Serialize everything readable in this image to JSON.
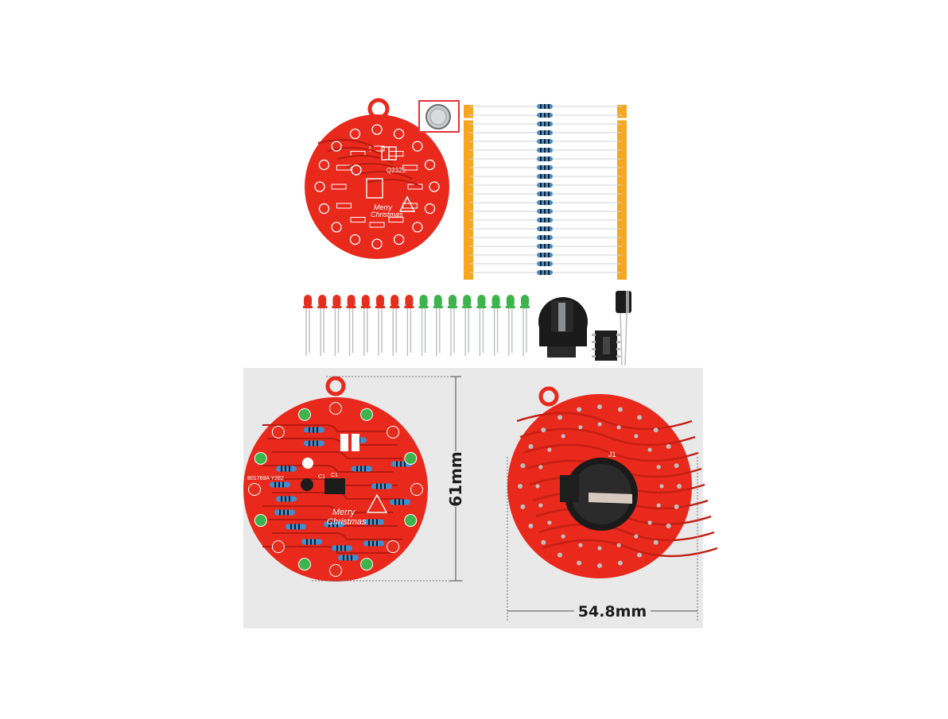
{
  "kit_board": {
    "silkscreen": [
      "Merry",
      "Christmas",
      "Q2325"
    ]
  },
  "assembled_front": {
    "silkscreen": [
      "Merry",
      "Christmas",
      "801769A Y282",
      "C1",
      "C1"
    ]
  },
  "assembled_back": {
    "silkscreen": [
      "J1"
    ]
  },
  "dimensions": {
    "height_label": "61mm",
    "width_label": "54.8mm"
  },
  "colors": {
    "pcb_red": "#e8291c",
    "gold_tape": "#f5a623",
    "led_red": "#e52e1e",
    "led_green": "#3cb44b",
    "panel_gray": "#e9e9ea",
    "highlight_box": "#e0333a"
  },
  "components": {
    "resistor_count": 20,
    "red_led_count": 8,
    "green_led_count": 8,
    "coin_cell_count": 1,
    "battery_holder_count": 1,
    "electrolytic_capacitor_count": 1,
    "ic_count": 1
  }
}
